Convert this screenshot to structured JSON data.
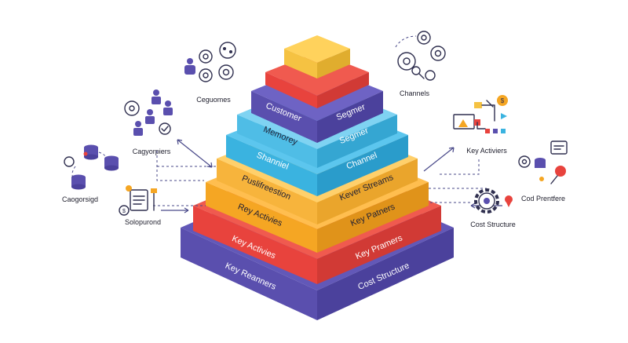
{
  "pyramid": {
    "tiers": [
      {
        "left": "",
        "right": ""
      },
      {
        "left": "",
        "right": ""
      },
      {
        "left": "Customer",
        "right": "Segmer"
      },
      {
        "left": "Memorey",
        "right": "Segmer"
      },
      {
        "left": "Shanniel",
        "right": "Channel"
      },
      {
        "left": "Puslifreestion",
        "right": "Kever Streams"
      },
      {
        "left": "Rey Activies",
        "right": "Key Patners"
      },
      {
        "left": "Key Activies",
        "right": "Key Pramers"
      },
      {
        "left": "Key Reanners",
        "right": "Cost Structure"
      }
    ]
  },
  "left_labels": {
    "cegeomes": "Ceguomes",
    "cagyorpiers": "Cagyorpiers",
    "caogorsigd": "Caogorsigd",
    "solopurond": "Solopurond"
  },
  "right_labels": {
    "channels": "Channels",
    "key_activiers": "Key Activiers",
    "cod_prentfere": "Cod Prentfere",
    "cost_structure": "Cost Structure"
  },
  "colors": {
    "yellow": "#f5c242",
    "red": "#e8433d",
    "purple": "#5a4fae",
    "blue": "#3ab3e0",
    "orange": "#f5a623",
    "outline": "#2f2f4f",
    "accent_arrow": "#4a4a8a"
  }
}
